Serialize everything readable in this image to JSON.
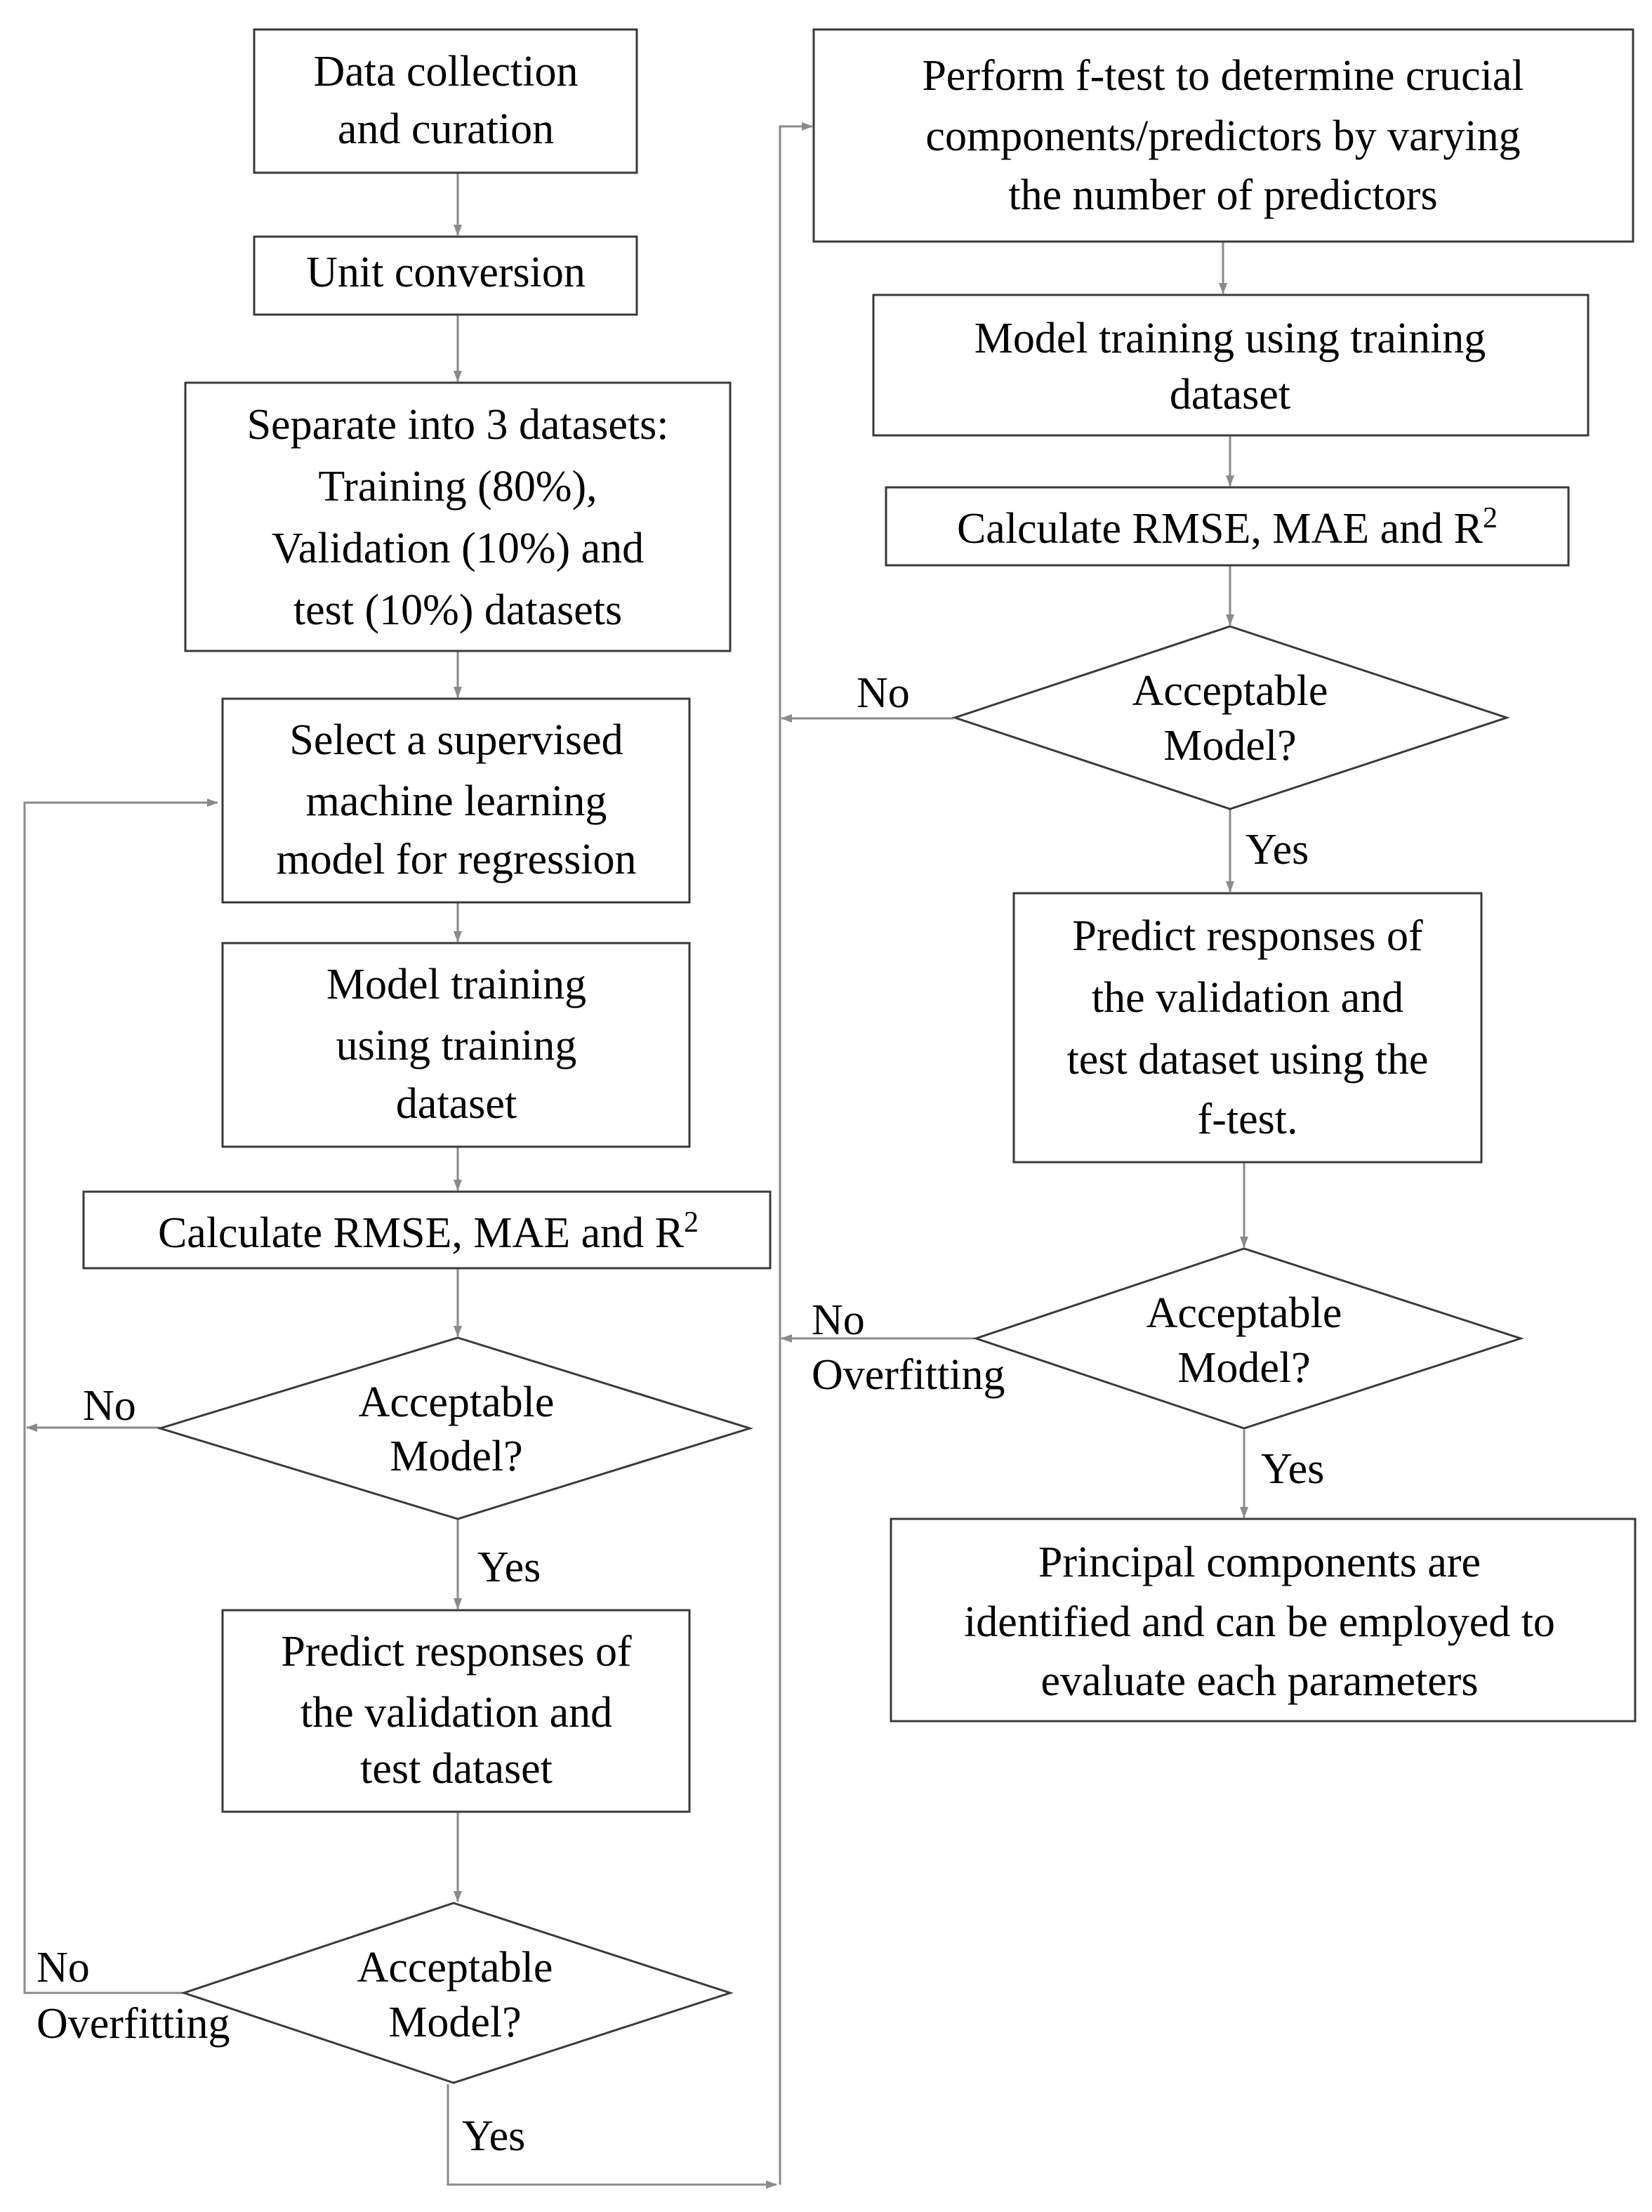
{
  "left": {
    "box1": [
      "Data collection",
      "and curation"
    ],
    "box2": [
      "Unit conversion"
    ],
    "box3": [
      "Separate into 3 datasets:",
      "Training (80%),",
      "Validation (10%) and",
      "test (10%) datasets"
    ],
    "box4": [
      "Select a supervised",
      "machine learning",
      "model for regression"
    ],
    "box5": [
      "Model training",
      "using training",
      "dataset"
    ],
    "box6": {
      "text": "Calculate RMSE, MAE and R",
      "sup": "2"
    },
    "decision1": [
      "Acceptable",
      "Model?"
    ],
    "decision1_no": "No",
    "decision1_yes": "Yes",
    "box7": [
      "Predict responses of",
      "the validation and",
      "test dataset"
    ],
    "decision2": [
      "Acceptable",
      "Model?"
    ],
    "decision2_no": [
      "No",
      "Overfitting"
    ],
    "decision2_yes": "Yes"
  },
  "right": {
    "box1": [
      "Perform f-test to determine crucial",
      "components/predictors by varying",
      "the number of predictors"
    ],
    "box2": [
      "Model training using training",
      "dataset"
    ],
    "box3": {
      "text": "Calculate RMSE, MAE and R",
      "sup": "2"
    },
    "decision1": [
      "Acceptable",
      "Model?"
    ],
    "decision1_no": "No",
    "decision1_yes": "Yes",
    "box4": [
      "Predict responses of",
      "the validation and",
      "test dataset using the",
      "f-test."
    ],
    "decision2": [
      "Acceptable",
      "Model?"
    ],
    "decision2_no": [
      "No",
      "Overfitting"
    ],
    "decision2_yes": "Yes",
    "box5": [
      "Principal components are",
      "identified and can be employed to",
      "evaluate each parameters"
    ]
  }
}
